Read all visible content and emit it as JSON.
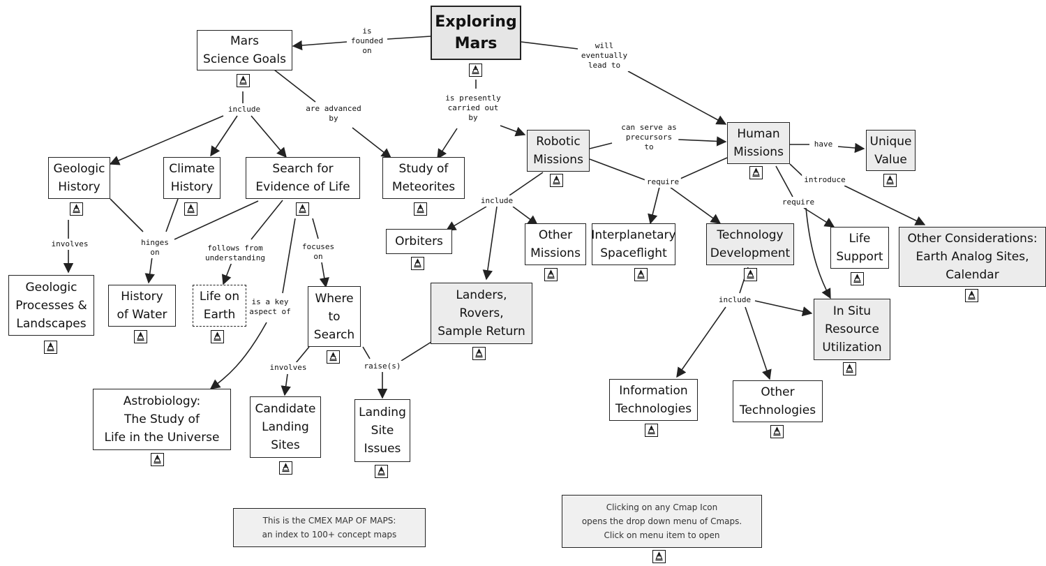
{
  "nodes": {
    "exploring_mars": "Exploring\nMars",
    "mars_science_goals": "Mars\nScience Goals",
    "robotic_missions": "Robotic\nMissions",
    "human_missions": "Human\nMissions",
    "unique_value": "Unique\nValue",
    "geologic_history": "Geologic\nHistory",
    "climate_history": "Climate\nHistory",
    "search_for_life": "Search for\nEvidence of Life",
    "study_of_meteorites": "Study of\nMeteorites",
    "orbiters": "Orbiters",
    "other_missions": "Other\nMissions",
    "interplanetary_spaceflight": "Interplanetary\nSpaceflight",
    "technology_development": "Technology\nDevelopment",
    "life_support": "Life\nSupport",
    "other_considerations": "Other Considerations:\nEarth Analog Sites,\nCalendar",
    "geologic_processes": "Geologic\nProcesses &\nLandscapes",
    "history_of_water": "History\nof Water",
    "life_on_earth": "Life on\nEarth",
    "where_to_search": "Where\nto\nSearch",
    "landers_rovers": "Landers,\nRovers,\nSample Return",
    "in_situ": "In Situ\nResource\nUtilization",
    "astrobiology": "Astrobiology:\nThe Study of\nLife in the Universe",
    "candidate_landing_sites": "Candidate\nLanding\nSites",
    "landing_site_issues": "Landing\nSite\nIssues",
    "information_technologies": "Information\nTechnologies",
    "other_technologies": "Other\nTechnologies"
  },
  "link_labels": {
    "is_founded_on": "is\nfounded\non",
    "will_eventually_lead_to": "will\neventually\nlead to",
    "is_presently_carried_out_by": "is presently\ncarried out\nby",
    "include_goals": "include",
    "are_advanced_by": "are advanced\nby",
    "can_serve_as_precursors_to": "can serve as\nprecursors\nto",
    "have": "have",
    "introduce": "introduce",
    "require_robotic": "require",
    "require_human": "require",
    "include_robotic": "include",
    "involves_geologic": "involves",
    "hinges_on": "hinges\non",
    "follows_from_understanding": "follows from\nunderstanding",
    "focuses_on": "focuses\non",
    "is_a_key_aspect_of": "is a key\naspect of",
    "involves_where": "involves",
    "raises": "raise(s)",
    "include_tech": "include"
  },
  "notes": {
    "map_of_maps": "This is the CMEX MAP OF MAPS:\nan index to 100+ concept maps",
    "cmap_instructions": "Clicking on any Cmap Icon\nopens the drop down menu of Cmaps.\nClick on menu item to open"
  },
  "colors": {
    "line": "#222222",
    "shaded_node": "#ececec",
    "root_node": "#e6e6e6"
  },
  "icon": "cmap-icon"
}
